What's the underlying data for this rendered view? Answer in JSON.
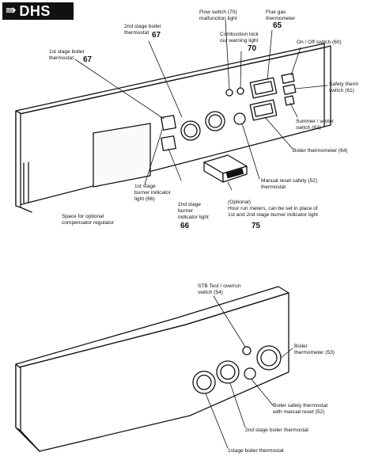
{
  "brand": {
    "name": "DHS",
    "icon": "dhs-logo-icon"
  },
  "top_panel": {
    "labels": {
      "boiler_2nd_thermostat": "2nd stage boiler\nthermostat",
      "boiler_2nd_thermostat_num": "67",
      "flow_switch": "Flow switch (70)\nmalfunction light",
      "flue_gas": "Flue gas\nthermometer",
      "flue_gas_num": "65",
      "combustion_lock": "Combustion lock\nour warning light",
      "combustion_lock_num": "70",
      "on_off_switch": "On / Off switch (60)",
      "boiler_1st_thermostat": "1st stage boiler\nthermostat",
      "boiler_1st_thermostat_num": "67",
      "safety_thermo_switch": "Safety therm\nswitch (61)",
      "summer_winter_switch": "Summer / winter\nswitch (62)",
      "boiler_thermometer": "Boiler thermometer (64)",
      "manual_reset": "Manual reset safety (52)\nthermostat",
      "burner_1st_light": "1st stage\nburner indicator\nlight (66)",
      "burner_2nd_light": "2nd stage\nburner\nindicator light",
      "burner_2nd_light_num": "66",
      "compensator_space": "Space for optional\ncompensator regulator",
      "optional_hour_meters": "(Optional)\nHour run meters, can be set in place of\n1st and 2nd stage burner indicator light",
      "optional_hour_meters_num": "75"
    }
  },
  "bottom_panel": {
    "labels": {
      "stb_test": "STB Test / overrun\nswitch (54)",
      "boiler_thermometer": "Boiler\nthermometer (53)",
      "safety_thermostat_reset": "Boiler safety thermostat\nwith manual reset (52)",
      "boiler_2nd_thermostat": "2nd stage boiler thermostat",
      "boiler_1st_thermostat": "1stage boiler thermostat"
    }
  }
}
